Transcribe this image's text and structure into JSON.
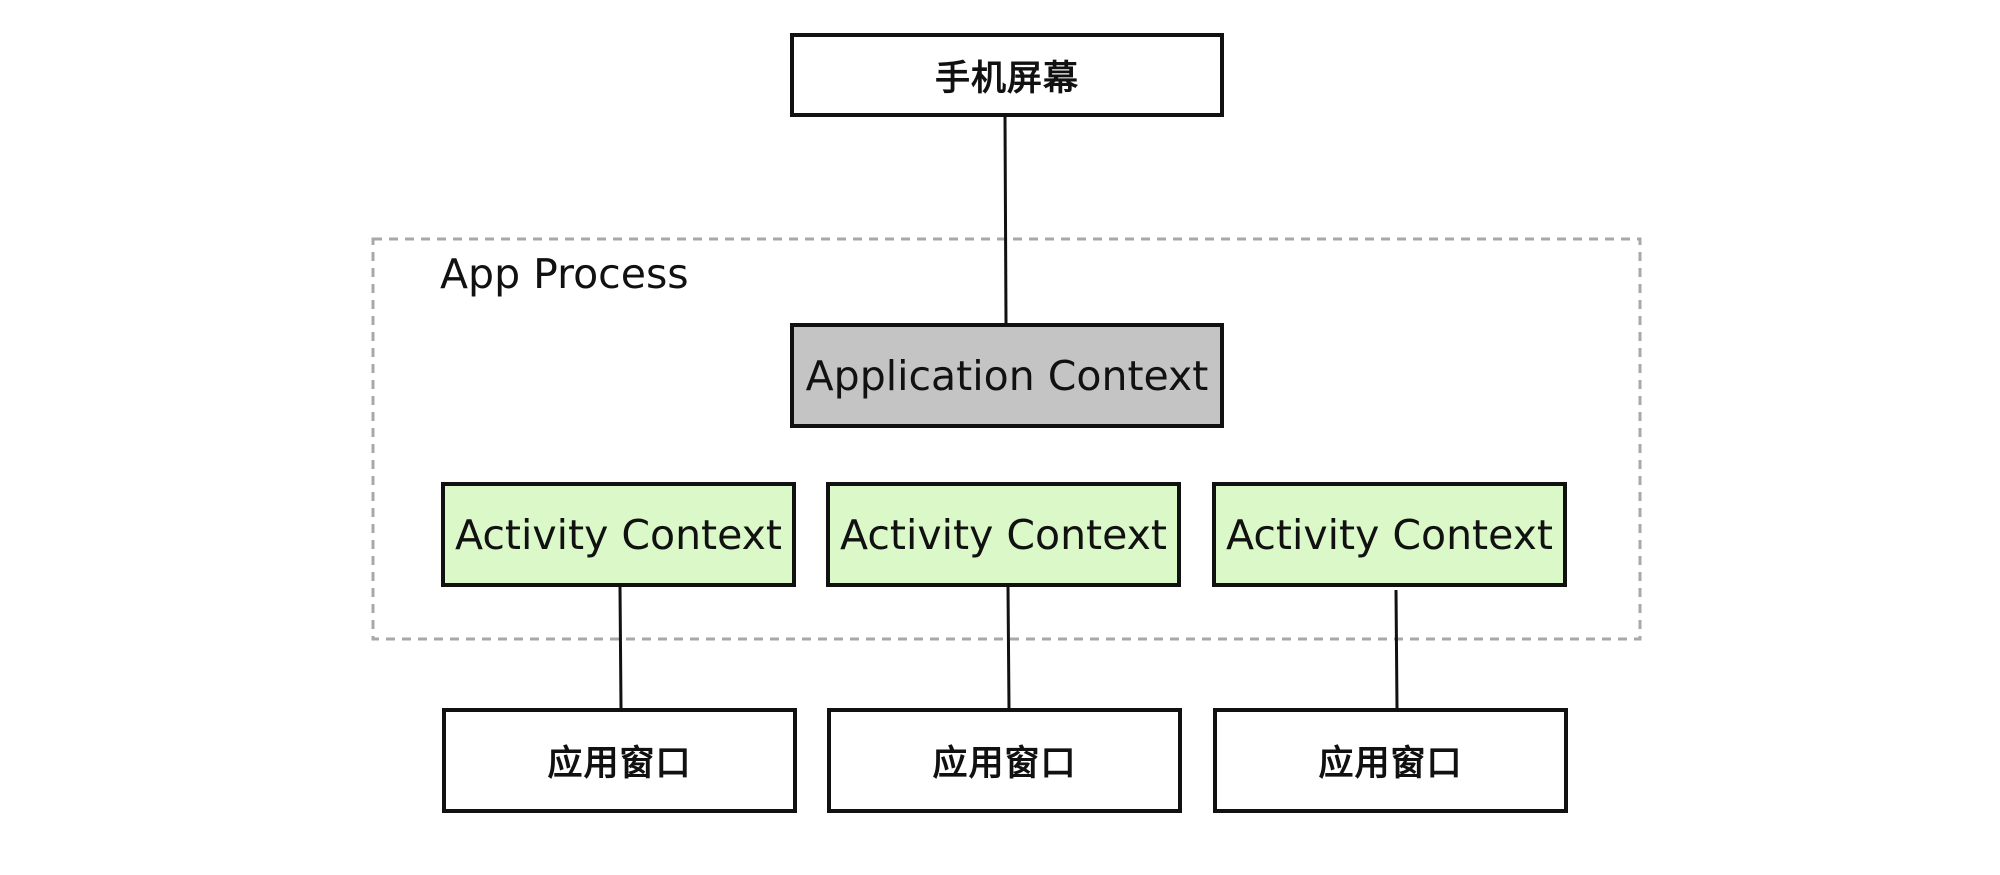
{
  "diagram": {
    "screen": {
      "label": "手机屏幕"
    },
    "process": {
      "label": "App Process"
    },
    "application_context": {
      "label": "Application Context"
    },
    "activity_contexts": [
      {
        "label": "Activity Context"
      },
      {
        "label": "Activity Context"
      },
      {
        "label": "Activity Context"
      }
    ],
    "app_windows": [
      {
        "label": "应用窗口"
      },
      {
        "label": "应用窗口"
      },
      {
        "label": "应用窗口"
      }
    ],
    "colors": {
      "border": "#111111",
      "application_context_fill": "#c4c4c4",
      "activity_context_fill": "#dbf8c8",
      "process_boundary": "#a8a8a8"
    }
  }
}
